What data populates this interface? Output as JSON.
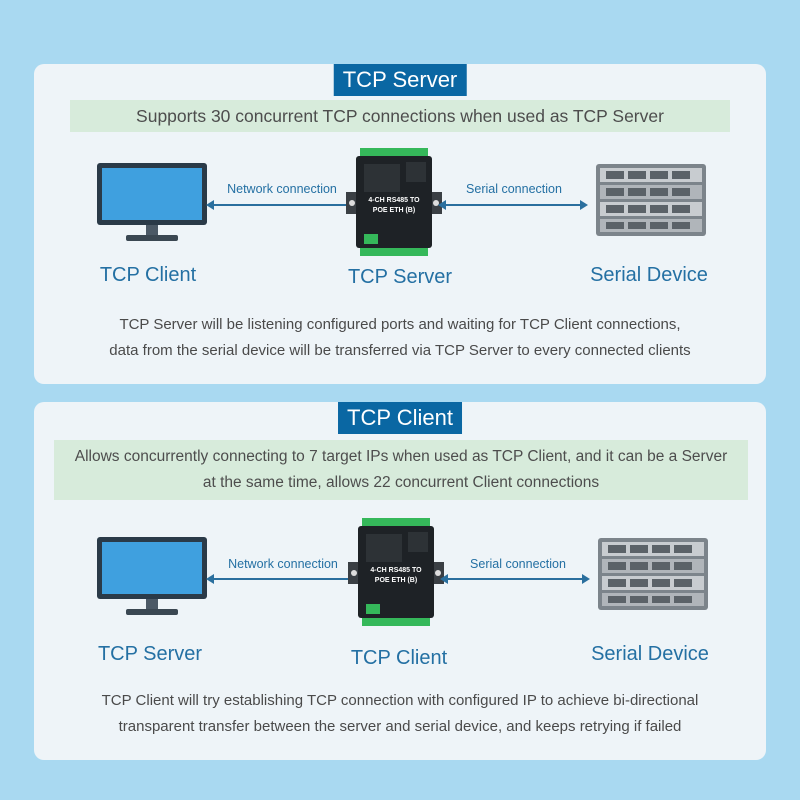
{
  "server_panel": {
    "title": "TCP Server",
    "banner": "Supports 30 concurrent TCP connections when used as TCP Server",
    "left_label": "TCP Client",
    "center_label": "TCP Server",
    "right_label": "Serial Device",
    "left_conn": "Network connection",
    "right_conn": "Serial connection",
    "desc_line1": "TCP Server will be listening configured ports and waiting for TCP Client connections,",
    "desc_line2": "data from the serial device will be transferred via TCP Server to every connected clients"
  },
  "client_panel": {
    "title": "TCP Client",
    "banner_line1": "Allows concurrently connecting to 7 target IPs when used as TCP Client, and it can be a Server",
    "banner_line2": "at the same time, allows 22 concurrent Client connections",
    "left_label": "TCP Server",
    "center_label": "TCP Client",
    "right_label": "Serial Device",
    "left_conn": "Network connection",
    "right_conn": "Serial connection",
    "desc_line1": "TCP Client will try establishing TCP connection with configured IP to achieve bi-directional",
    "desc_line2": "transparent transfer between the server and serial device, and keeps retrying if failed"
  },
  "device": {
    "line1": "4-CH RS485 TO",
    "line2": "POE ETH (B)"
  },
  "colors": {
    "background": "#a9d9f1",
    "panel": "#eef4f8",
    "badge": "#0a67a3",
    "banner": "#d7ebdb",
    "label": "#2470a3"
  }
}
